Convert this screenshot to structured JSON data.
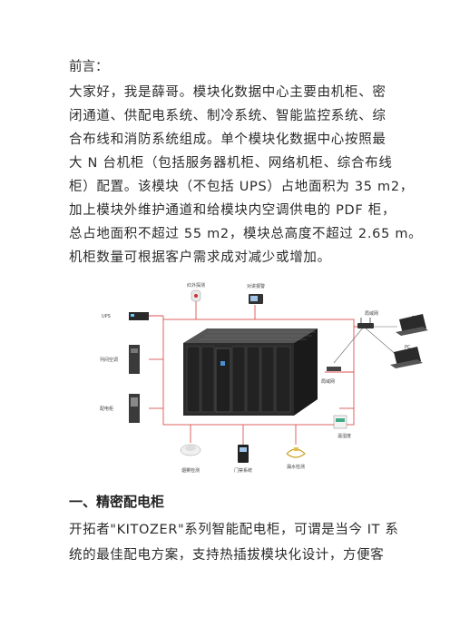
{
  "preface": {
    "label": "前言："
  },
  "intro": {
    "lines": [
      "大家好，我是薛哥。模块化数据中心主要由机柜、密",
      "闭通道、供配电系统、制冷系统、智能监控系统、综",
      "合布线和消防系统组成。单个模块化数据中心按照最",
      "大 N 台机柜（包括服务器机柜、网络机柜、综合布线",
      "柜）配置。该模块（不包括 UPS）占地面积为 35 m2，",
      "加上模块外维护通道和给模块内空调供电的 PDF 柜，",
      "总占地面积不超过 55 m2，模块总高度不超过 2.65 m。",
      "机柜数量可根据客户需求成对减少或增加。"
    ]
  },
  "diagram": {
    "labels": {
      "infrared": "红外探测",
      "intercom": "对讲报警",
      "ups": "UPS",
      "ac": "列间空调",
      "pdu": "配电柜",
      "lan": "局域网",
      "wan": "局域网",
      "pc1": "PC",
      "pc2": "PC",
      "temp": "温湿度",
      "smoke": "烟雾检测",
      "door": "门禁系统",
      "water": "漏水检测"
    }
  },
  "section1": {
    "heading": "一、精密配电柜",
    "lines": [
      "开拓者\"KITOZER\"系列智能配电柜，可谓是当今 IT 系",
      "统的最佳配电方案，支持热插拔模块化设计，方便客"
    ]
  }
}
